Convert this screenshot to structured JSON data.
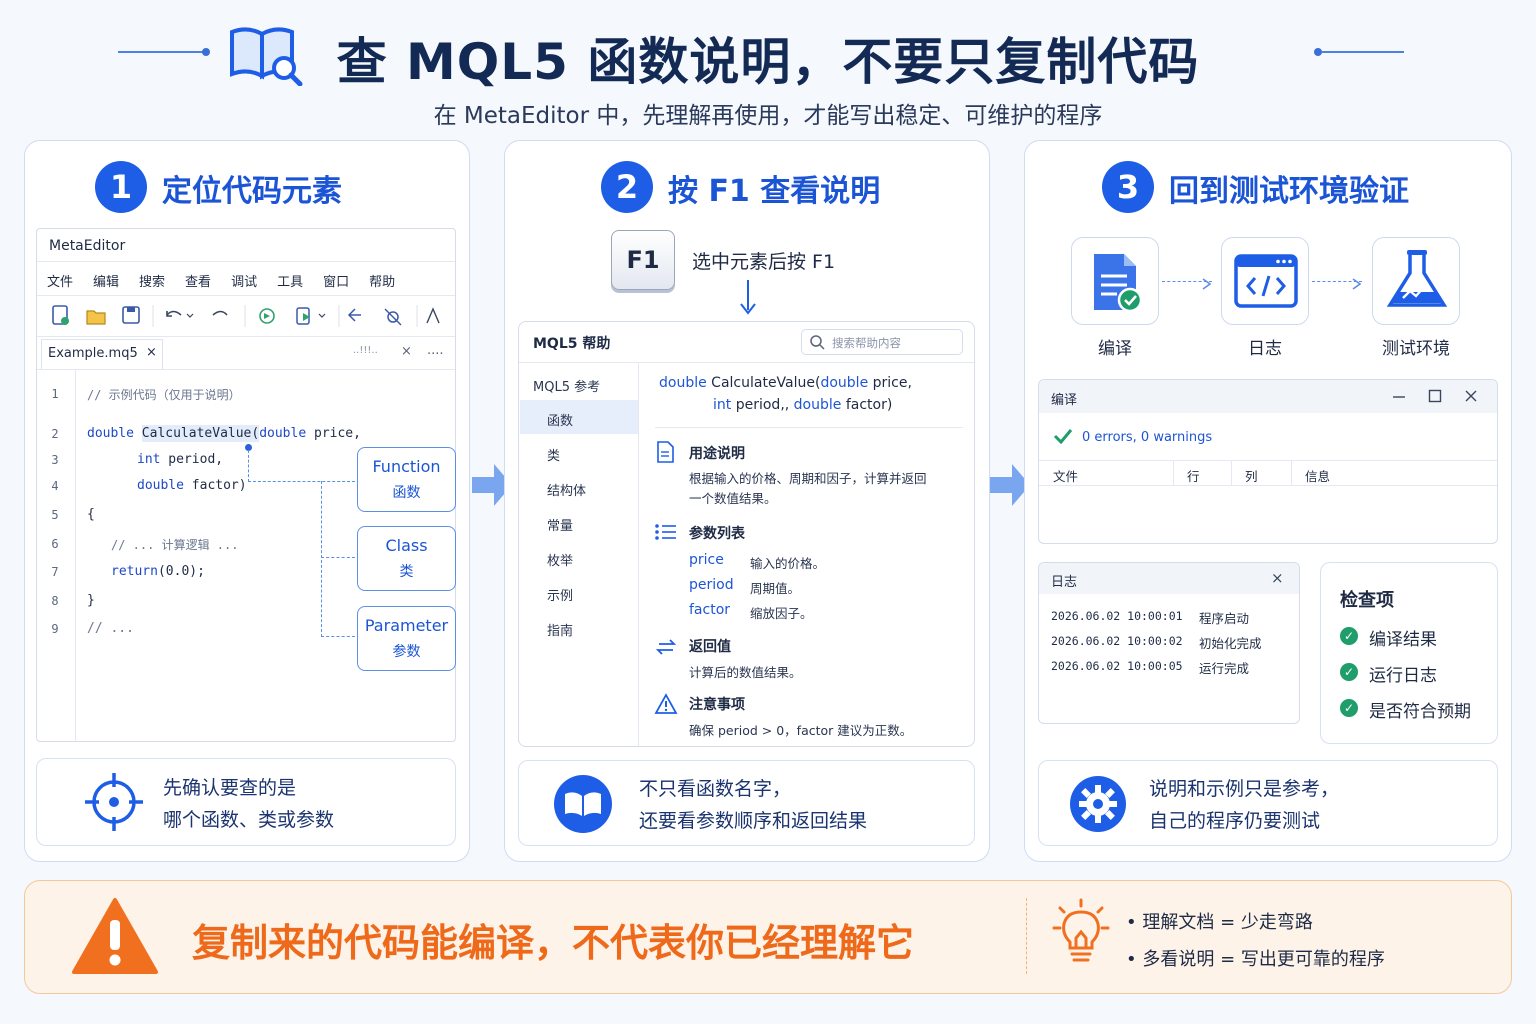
{
  "header": {
    "title": "查 MQL5 函数说明，不要只复制代码",
    "subtitle": "在 MetaEditor 中，先理解再使用，才能写出稳定、可维护的程序"
  },
  "steps": [
    {
      "num": "1",
      "title": "定位代码元素"
    },
    {
      "num": "2",
      "title": "按 F1 查看说明"
    },
    {
      "num": "3",
      "title": "回到测试环境验证"
    }
  ],
  "editor": {
    "app_title": "MetaEditor",
    "menu": [
      "文件",
      "编辑",
      "搜索",
      "查看",
      "调试",
      "工具",
      "窗口",
      "帮助"
    ],
    "tab_name": "Example.mq5",
    "tab_close": "×",
    "tab_extra": "..!!!..",
    "tab_more": "....",
    "line_numbers": [
      "1",
      "2",
      "3",
      "4",
      "5",
      "6",
      "7",
      "8",
      "9"
    ],
    "lines": {
      "l1": "// 示例代码（仅用于说明）",
      "l2_kw": "double",
      "l2_fn": "CalculateValue(",
      "l2_rest1": "double",
      "l2_rest2": " price,",
      "l3_kw": "int",
      "l3_rest": " period,",
      "l4_kw": "double",
      "l4_rest": " factor)",
      "l5": "{",
      "l6": "// ... 计算逻辑 ...",
      "l7_kw": "return",
      "l7_rest": "(0.0);",
      "l8": "}",
      "l9": "// ..."
    }
  },
  "labels": [
    {
      "en": "Function",
      "zh": "函数"
    },
    {
      "en": "Class",
      "zh": "类"
    },
    {
      "en": "Parameter",
      "zh": "参数"
    }
  ],
  "tip1": {
    "line1": "先确认要查的是",
    "line2": "哪个函数、类或参数"
  },
  "f1": {
    "key": "F1",
    "hint": "选中元素后按 F1"
  },
  "help": {
    "title": "MQL5 帮助",
    "search_placeholder": "搜索帮助内容",
    "nav_header": "MQL5 参考",
    "nav": [
      "函数",
      "类",
      "结构体",
      "常量",
      "枚举",
      "示例",
      "指南"
    ],
    "sig_kw1": "double",
    "sig_fn": " CalculateValue(",
    "sig_kw2": "double",
    "sig_p1": " price,",
    "sig_kw3": "int",
    "sig_p2": " period,",
    "sig_kw4": "double",
    "sig_p3": " factor)",
    "usage_title": "用途说明",
    "usage_line1": "根据输入的价格、周期和因子，计算并返回",
    "usage_line2": "一个数值结果。",
    "params_title": "参数列表",
    "params": [
      {
        "name": "price",
        "desc": "输入的价格。"
      },
      {
        "name": "period",
        "desc": "周期值。"
      },
      {
        "name": "factor",
        "desc": "缩放因子。"
      }
    ],
    "return_title": "返回值",
    "return_desc": "计算后的数值结果。",
    "notes_title": "注意事项",
    "notes_desc": "确保  period > 0，factor 建议为正数。"
  },
  "tip2": {
    "line1": "不只看函数名字，",
    "line2": "还要看参数顺序和返回结果"
  },
  "flow": [
    {
      "label": "编译",
      "icon": "compile-doc-icon"
    },
    {
      "label": "日志",
      "icon": "code-window-icon"
    },
    {
      "label": "测试环境",
      "icon": "flask-icon"
    }
  ],
  "compile_win": {
    "title": "编译",
    "status": "0 errors, 0 warnings",
    "cols": [
      "文件",
      "行",
      "列",
      "信息"
    ]
  },
  "log_win": {
    "title": "日志",
    "close": "×",
    "rows": [
      {
        "time": "2026.06.02 10:00:01",
        "msg": "程序启动"
      },
      {
        "time": "2026.06.02 10:00:02",
        "msg": "初始化完成"
      },
      {
        "time": "2026.06.02 10:00:05",
        "msg": "运行完成"
      }
    ]
  },
  "checklist": {
    "title": "检查项",
    "items": [
      "编译结果",
      "运行日志",
      "是否符合预期"
    ]
  },
  "tip3": {
    "line1": "说明和示例只是参考，",
    "line2": "自己的程序仍要测试"
  },
  "warning": {
    "text": "复制来的代码能编译，不代表你已经理解它",
    "bullets": [
      "理解文档 = 少走弯路",
      "多看说明 = 写出更可靠的程序"
    ]
  },
  "colors": {
    "accent": "#1e5ee6",
    "warn": "#f07020",
    "ok": "#1f9d6a"
  }
}
